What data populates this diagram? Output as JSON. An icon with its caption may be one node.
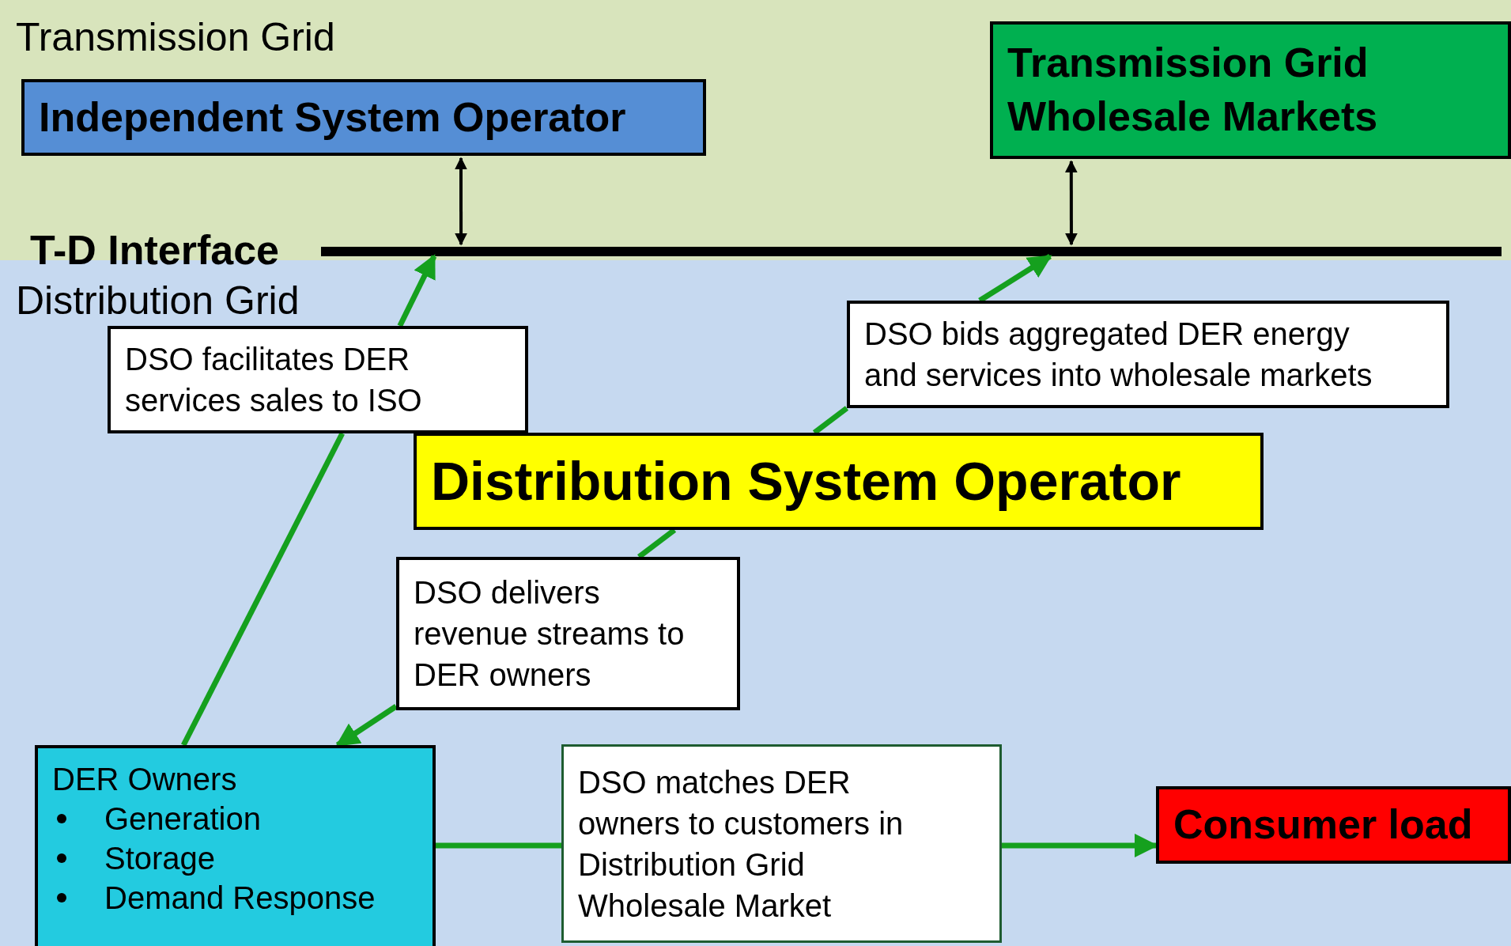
{
  "diagram": {
    "nodes": [
      {
        "text": [
          "Transmission Grid"
        ]
      },
      {
        "text": [
          "Independent System Operator"
        ],
        "in": 0
      },
      {
        "text": [
          "Transmission Grid Wholesale Markets"
        ],
        "in": 0
      },
      {
        "text": [],
        "shape": "bar",
        "beside": [
          "T-D Interface"
        ],
        "in": 0
      },
      {
        "text": [
          "Distribution Grid"
        ]
      },
      {
        "text": [
          "DSO facilitates DER services sales to ISO"
        ],
        "in": 4
      },
      {
        "text": [
          "DSO bids aggregated DER energy and services into wholesale markets"
        ],
        "in": 4
      },
      {
        "text": [
          "Distribution System Operator"
        ],
        "in": 4
      },
      {
        "text": [
          "DSO delivers revenue streams to DER owners"
        ],
        "in": 4
      },
      {
        "text": [
          "DER Owners",
          "Generation",
          "Storage",
          "Demand Response"
        ],
        "in": 4
      },
      {
        "text": [
          "DSO matches DER owners to customers in Distribution Grid Wholesale Market"
        ],
        "in": 4
      },
      {
        "text": [
          "Consumer load"
        ],
        "in": 4
      }
    ],
    "edges": [
      {
        "from": 1,
        "to": 3,
        "arrow": "both",
        "color": "#000000"
      },
      {
        "from": 2,
        "to": 3,
        "arrow": "both",
        "color": "#000000"
      },
      {
        "from": 9,
        "to": 5,
        "arrow": "none"
      },
      {
        "from": 5,
        "to": 3,
        "arrow": "to"
      },
      {
        "from": 7,
        "to": 6,
        "arrow": "none"
      },
      {
        "from": 6,
        "to": 3,
        "arrow": "to"
      },
      {
        "from": 7,
        "to": 8,
        "arrow": "none"
      },
      {
        "from": 8,
        "to": 9,
        "arrow": "to"
      },
      {
        "from": 9,
        "to": 10,
        "arrow": "none"
      },
      {
        "from": 10,
        "to": 11,
        "arrow": "to"
      }
    ]
  }
}
